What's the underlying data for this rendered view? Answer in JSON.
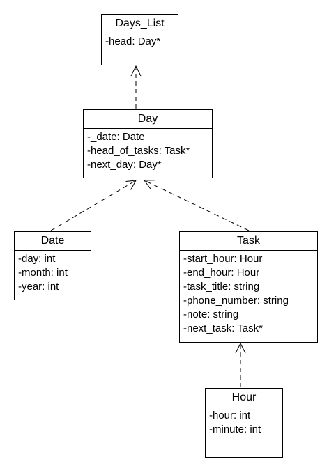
{
  "classes": {
    "days_list": {
      "name": "Days_List",
      "attrs": [
        "-head: Day*"
      ]
    },
    "day": {
      "name": "Day",
      "attrs": [
        "-_date: Date",
        "-head_of_tasks: Task*",
        "-next_day: Day*"
      ]
    },
    "date": {
      "name": "Date",
      "attrs": [
        "-day: int",
        "-month: int",
        "-year: int"
      ]
    },
    "task": {
      "name": "Task",
      "attrs": [
        "-start_hour: Hour",
        "-end_hour: Hour",
        "-task_title: string",
        "-phone_number: string",
        "-note: string",
        "-next_task: Task*"
      ]
    },
    "hour": {
      "name": "Hour",
      "attrs": [
        "-hour: int",
        "-minute: int"
      ]
    }
  },
  "relations": [
    {
      "from": "Day",
      "to": "Days_List",
      "type": "dependency"
    },
    {
      "from": "Date",
      "to": "Day",
      "type": "dependency"
    },
    {
      "from": "Task",
      "to": "Day",
      "type": "dependency"
    },
    {
      "from": "Hour",
      "to": "Task",
      "type": "dependency"
    }
  ]
}
